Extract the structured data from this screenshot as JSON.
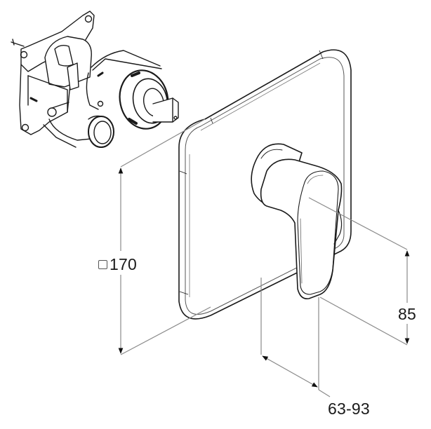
{
  "drawing": {
    "subject": "Concealed single-lever shower mixer with rough-in valve body",
    "line_color": "#1a1a1a",
    "dim_line_color": "#888888",
    "background": "#ffffff"
  },
  "dimensions": {
    "plate_size": {
      "symbol": "square",
      "value": "170"
    },
    "handle_height": {
      "value": "85"
    },
    "projection_range": {
      "value": "63-93"
    }
  },
  "components": [
    {
      "name": "rough-in valve body",
      "position": "top-left"
    },
    {
      "name": "square escutcheon plate",
      "position": "center"
    },
    {
      "name": "lever handle",
      "position": "center-right"
    }
  ]
}
